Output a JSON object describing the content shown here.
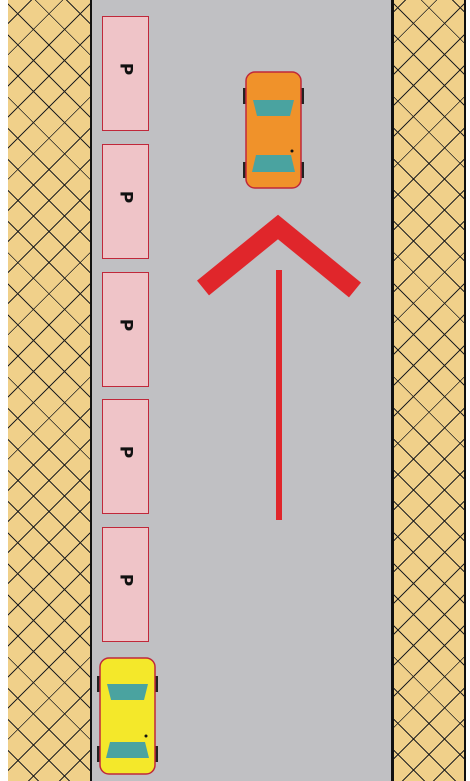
{
  "scene": {
    "parking_spots": [
      {
        "label": "P"
      },
      {
        "label": "P"
      },
      {
        "label": "P"
      },
      {
        "label": "P"
      },
      {
        "label": "P"
      }
    ],
    "cars": [
      {
        "role": "traffic-car",
        "color": "#f0922a",
        "window_color": "#4aa3a0",
        "outline": "#c0283a"
      },
      {
        "role": "player-car",
        "color": "#f4e82a",
        "window_color": "#4aa3a0",
        "outline": "#c0283a"
      }
    ],
    "direction_arrow": {
      "direction": "up",
      "color": "#e0262b"
    },
    "colors": {
      "sidewalk": "#f0d08a",
      "road": "#c0c0c3",
      "parking_spot_fill": "#efc4c8",
      "parking_spot_border": "#c0283a"
    }
  }
}
